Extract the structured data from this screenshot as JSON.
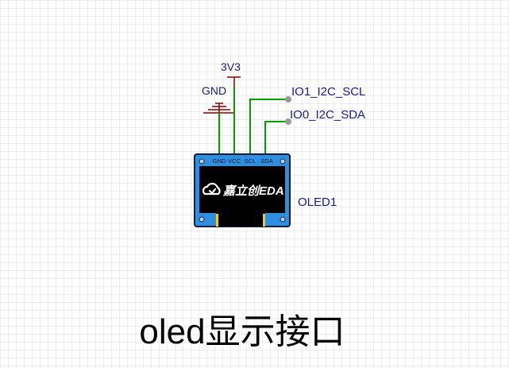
{
  "power": {
    "vcc_label": "3V3",
    "gnd_label": "GND"
  },
  "net_labels": {
    "scl": "IO1_I2C_SCL",
    "sda": "IO0_I2C_SDA"
  },
  "component": {
    "designator": "OLED1",
    "pins": [
      "GND",
      "VCC",
      "SCL",
      "SDA"
    ],
    "screen_logo_text": "嘉立创EDA"
  },
  "caption": "oled显示接口",
  "colors": {
    "grid": "#dcdcdc",
    "wire": "#00a000",
    "power_symbol": "#8b0000",
    "net_label_text": "#1a1aa0",
    "module_body": "#2e8ee0",
    "screen": "#000000",
    "pin_pad": "#f5d000"
  }
}
